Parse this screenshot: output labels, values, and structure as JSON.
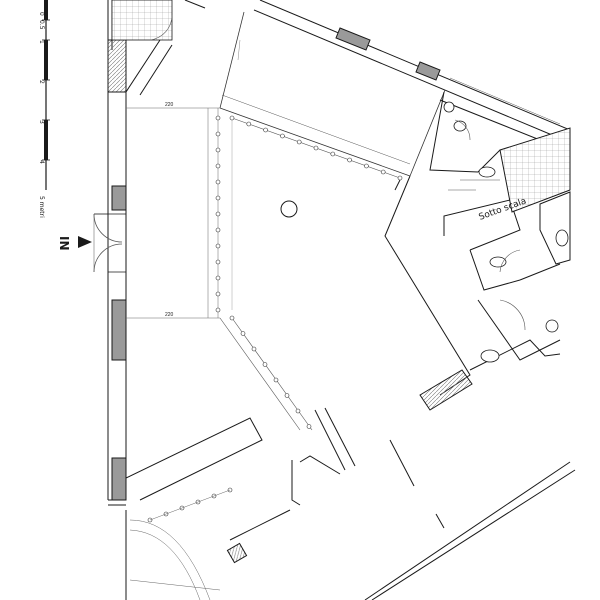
{
  "labels": {
    "entrance": "IN",
    "stair_area": "Sotto scala",
    "scale_zero": "0",
    "scale_marks": [
      "0.5",
      "1",
      "2",
      "3",
      "4"
    ],
    "scale_unit": "5 metri"
  },
  "colors": {
    "wall_fill": "#9a9a9a",
    "line": "#1a1a1a",
    "thin": "#555555"
  },
  "icons": [
    "entrance-arrow-icon",
    "column-circle-icon",
    "toilet-icon",
    "washbasin-icon",
    "door-swing-icon"
  ]
}
